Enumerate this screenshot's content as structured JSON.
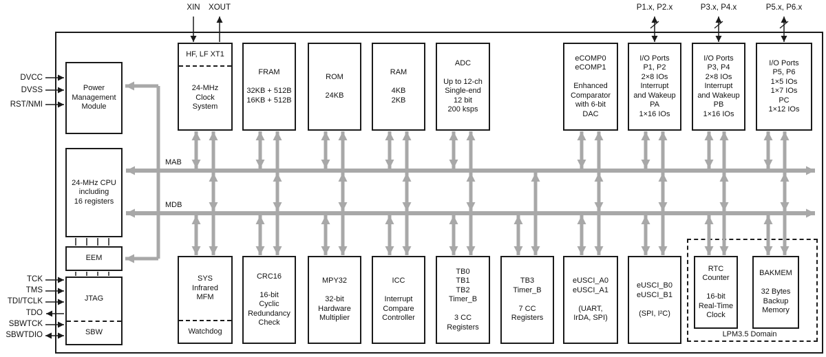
{
  "colors": {
    "bus_gray": "#a8a8a8",
    "line_black": "#1a1a1a"
  },
  "pins": {
    "xin": "XIN",
    "xout": "XOUT",
    "p12": "P1.x, P2.x",
    "p34": "P3.x, P4.x",
    "p56": "P5.x, P6.x",
    "dvcc": "DVCC",
    "dvss": "DVSS",
    "rst": "RST/NMI",
    "tck": "TCK",
    "tms": "TMS",
    "tdi": "TDI/TCLK",
    "tdo": "TDO",
    "sbwtck": "SBWTCK",
    "sbwtdio": "SBWTDIO"
  },
  "buses": {
    "mab": "MAB",
    "mdb": "MDB"
  },
  "blocks": {
    "pmm": "Power\nManagement\nModule",
    "clock_header": "HF, LF XT1",
    "clock_body": "24-MHz\nClock\nSystem",
    "fram": "FRAM\n\n32KB + 512B\n16KB + 512B",
    "rom": "ROM\n\n24KB",
    "ram": "RAM\n\n4KB\n2KB",
    "adc": "ADC\n\nUp to 12-ch\nSingle-end\n12 bit\n200 ksps",
    "ecomp": "eCOMP0\neCOMP1\n\nEnhanced\nComparator\nwith 6-bit\nDAC",
    "io12": "I/O Ports\nP1, P2\n2×8 IOs\nInterrupt\nand Wakeup\nPA\n1×16 IOs",
    "io34": "I/O Ports\nP3, P4\n2×8 IOs\nInterrupt\nand Wakeup\nPB\n1×16 IOs",
    "io56": "I/O Ports\nP5, P6\n1×5 IOs\n1×7 IOs\nPC\n1×12 IOs",
    "cpu": "24-MHz CPU\nincluding\n16 registers",
    "eem": "EEM",
    "jtag": "JTAG",
    "sbw": "SBW",
    "sys": "SYS\nInfrared\nMFM",
    "watchdog": "Watchdog",
    "crc": "CRC16\n\n16-bit\nCyclic\nRedundancy\nCheck",
    "mpy": "MPY32\n\n32-bit\nHardware\nMultiplier",
    "icc": "ICC\n\nInterrupt\nCompare\nController",
    "tb0": "TB0\nTB1\nTB2\nTimer_B\n\n3 CC\nRegisters",
    "tb3": "TB3\nTimer_B\n\n7 CC\nRegisters",
    "eusci_a": "eUSCI_A0\neUSCI_A1\n\n(UART,\nIrDA, SPI)",
    "eusci_b": "eUSCI_B0\neUSCI_B1\n\n(SPI, I²C)",
    "rtc": "RTC\nCounter\n\n16-bit\nReal-Time\nClock",
    "bakmem": "BAKMEM\n\n32 Bytes\nBackup\nMemory"
  },
  "regions": {
    "lpm": "LPM3.5 Domain"
  }
}
